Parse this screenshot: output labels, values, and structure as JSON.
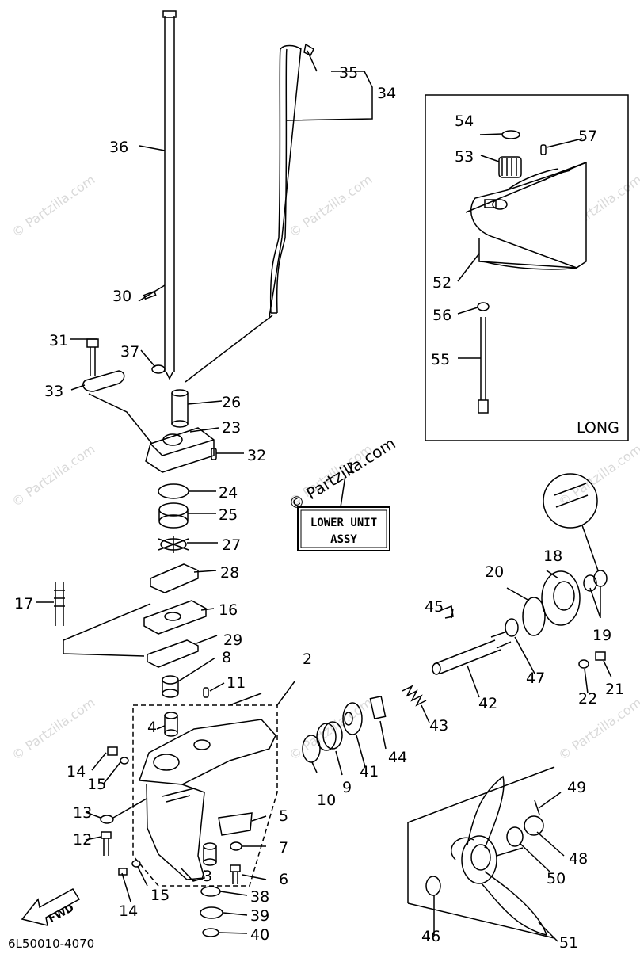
{
  "diagram": {
    "code": "6L50010-4070",
    "long_label": "LONG",
    "assy_line1": "LOWER UNIT",
    "assy_line2": "ASSY",
    "fwd_label": "FWD",
    "watermark_text": "© Partzilla.com",
    "callouts": [
      "1",
      "2",
      "3",
      "4",
      "5",
      "6",
      "7",
      "8",
      "9",
      "10",
      "11",
      "12",
      "13",
      "14",
      "14",
      "15",
      "15",
      "16",
      "17",
      "18",
      "19",
      "20",
      "21",
      "22",
      "23",
      "24",
      "25",
      "26",
      "27",
      "28",
      "29",
      "30",
      "31",
      "32",
      "33",
      "34",
      "35",
      "36",
      "37",
      "38",
      "39",
      "40",
      "41",
      "42",
      "43",
      "44",
      "45",
      "46",
      "47",
      "48",
      "49",
      "50",
      "51",
      "52",
      "53",
      "54",
      "55",
      "56",
      "57"
    ]
  }
}
